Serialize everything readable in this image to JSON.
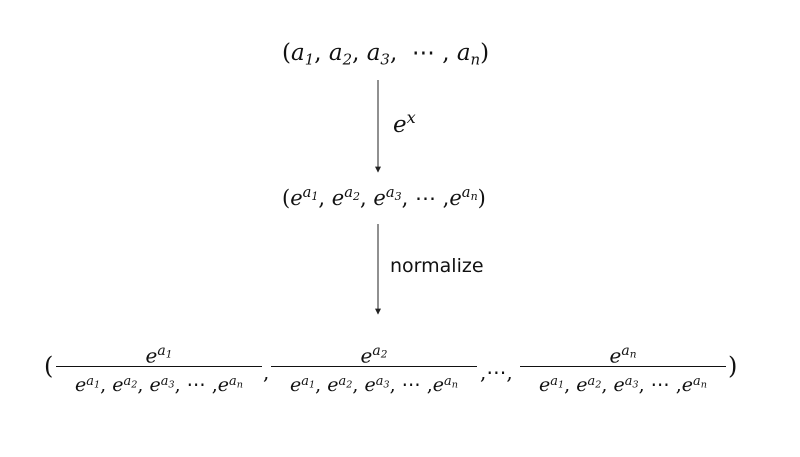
{
  "row1": {
    "open": "(",
    "t1": "a",
    "s1": "1",
    "t2": "a",
    "s2": "2",
    "t3": "a",
    "s3": "3",
    "dots": "⋯",
    "tn": "a",
    "sn": "n",
    "close": ")",
    "sep": ","
  },
  "step1": {
    "base": "e",
    "exp": "x"
  },
  "row2": {
    "open": "(",
    "close": ")",
    "base": "e",
    "a": "a",
    "s1": "1",
    "s2": "2",
    "s3": "3",
    "sn": "n",
    "dots": "⋯",
    "sep": ","
  },
  "step2": {
    "label": "normalize"
  },
  "row3": {
    "open": "(",
    "close": ")",
    "sep": ",",
    "middle_dots": "⋯",
    "base": "e",
    "a": "a",
    "num_subs": [
      "1",
      "2",
      "n"
    ],
    "den": {
      "s1": "1",
      "s2": "2",
      "s3": "3",
      "sn": "n",
      "dots": "⋯"
    }
  },
  "colors": {
    "ink": "#111111",
    "arrow": "#222222"
  }
}
